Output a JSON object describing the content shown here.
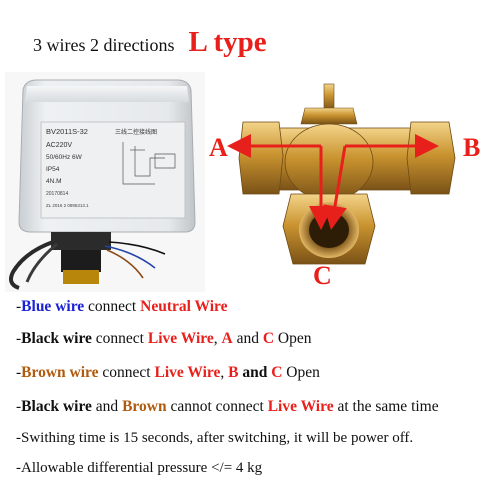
{
  "header": {
    "title": "3 wires 2 directions",
    "type_label": "L type"
  },
  "product_image": {
    "model": "BV2011S-32",
    "voltage": "AC220V",
    "frequency": "50/60Hz 6W",
    "rating": "IP54",
    "torque": "4N.M",
    "date": "20170814",
    "chinese_title": "三线二控接线图",
    "code": "ZL 2016 2 0895313.1",
    "icon": "motorized-actuator"
  },
  "valve_diagram": {
    "port_a": "A",
    "port_b": "B",
    "port_c": "C",
    "arrow_color": "#e8201c"
  },
  "instructions": [
    {
      "segments": [
        {
          "t": "-",
          "c": "black",
          "b": false
        },
        {
          "t": "Blue wire",
          "c": "blue",
          "b": true
        },
        {
          "t": " connect ",
          "c": "black",
          "b": false
        },
        {
          "t": "Neutral Wire",
          "c": "red",
          "b": true
        }
      ]
    },
    {
      "segments": [
        {
          "t": "-",
          "c": "black",
          "b": false
        },
        {
          "t": "Black wire",
          "c": "black",
          "b": true
        },
        {
          "t": " connect ",
          "c": "black",
          "b": false
        },
        {
          "t": "Live Wire",
          "c": "red",
          "b": true
        },
        {
          "t": ", ",
          "c": "black",
          "b": false
        },
        {
          "t": "A",
          "c": "red",
          "b": true
        },
        {
          "t": " and ",
          "c": "black",
          "b": false
        },
        {
          "t": "C",
          "c": "red",
          "b": true
        },
        {
          "t": " Open",
          "c": "black",
          "b": false
        }
      ]
    },
    {
      "segments": [
        {
          "t": "-",
          "c": "black",
          "b": false
        },
        {
          "t": "Brown wire",
          "c": "brown",
          "b": true
        },
        {
          "t": " connect ",
          "c": "black",
          "b": false
        },
        {
          "t": "Live Wire",
          "c": "red",
          "b": true
        },
        {
          "t": ", ",
          "c": "black",
          "b": false
        },
        {
          "t": "B",
          "c": "red",
          "b": true
        },
        {
          "t": " and ",
          "c": "black",
          "b": true
        },
        {
          "t": "C",
          "c": "red",
          "b": true
        },
        {
          "t": " Open",
          "c": "black",
          "b": false
        }
      ]
    },
    {
      "segments": [
        {
          "t": "-",
          "c": "black",
          "b": false
        },
        {
          "t": "Black wire",
          "c": "black",
          "b": true
        },
        {
          "t": " and ",
          "c": "black",
          "b": false
        },
        {
          "t": "Brown",
          "c": "brown",
          "b": true
        },
        {
          "t": " cannot connect ",
          "c": "black",
          "b": false
        },
        {
          "t": "Live Wire",
          "c": "red",
          "b": true
        },
        {
          "t": " at the same time",
          "c": "black",
          "b": false
        }
      ]
    },
    {
      "segments": [
        {
          "t": "-Swithing time is 15 seconds, after switching, it will be power off.",
          "c": "black",
          "b": false
        }
      ]
    },
    {
      "segments": [
        {
          "t": "-Allowable differential pressure </= 4 kg",
          "c": "black",
          "b": false
        }
      ]
    }
  ]
}
